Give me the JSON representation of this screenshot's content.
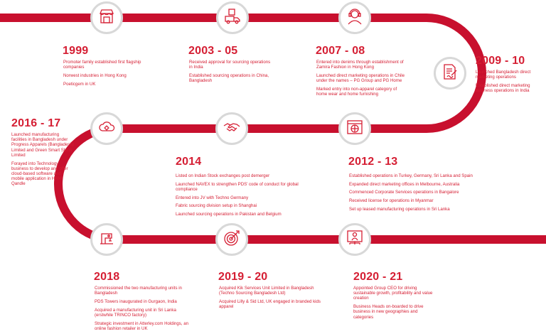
{
  "accent_color": "#d51e33",
  "milestones": [
    {
      "year": "1999",
      "icon": "storefront-icon",
      "items": [
        "Promoter family established first flagship companies",
        "Norwest industries in Hong Kong",
        "Poeticgem in UK"
      ]
    },
    {
      "year": "2003 - 05",
      "icon": "delivery-truck-icon",
      "items": [
        "Received approval for sourcing operations in India",
        "Established sourcing operations in China, Bangladesh"
      ]
    },
    {
      "year": "2007 - 08",
      "icon": "user-headset-icon",
      "items": [
        "Entered into denims through establishment of Zamira Fashion in Hong Kong",
        "Launched direct marketing operations in Chile under the names – PG Group and PG Home",
        "Marked entry into non-apparel category of home wear and home furnishing"
      ]
    },
    {
      "year": "2009 - 10",
      "icon": "document-sign-icon",
      "items": [
        "Launched Bangladesh direct marketing operations",
        "Established direct marketing business operations in India"
      ]
    },
    {
      "year": "2012 - 13",
      "icon": "globe-browser-icon",
      "items": [
        "Established operations in Turkey, Germany, Sri Lanka and Spain",
        "Expanded direct marketing offices in Melbourne, Australia",
        "Commenced Corporate Services operations in Bangalore",
        "Received license for operations in Myanmar",
        "Set up leased manufacturing operations in Sri Lanka"
      ]
    },
    {
      "year": "2014",
      "icon": "handshake-icon",
      "items": [
        "Listed on Indian Stock exchanges post demerger",
        "Launched NAVEX to strengthen PDS’ code of conduct for global compliance",
        "Entered into JV with Techno Germany",
        "Fabric sourcing division setup in Shanghai",
        "Launched sourcing operations in Pakistan and Belgium"
      ]
    },
    {
      "year": "2016 - 17",
      "icon": "cloud-gear-icon",
      "items": [
        "Launched manufacturing facilities in Bangladesh under Progress Apparels (Bangladesh) Limited and Green Smart Shirts Limited",
        "Forayed into Technology business to develop and offer cloud-based software and mobile application in HRM-Qandle"
      ]
    },
    {
      "year": "2018",
      "icon": "sewing-machine-icon",
      "items": [
        "Commissioned the two manufacturing units in Bangladesh",
        "PDS Towers inaugurated in Gurgaon, India",
        "Acquired a manufacturing unit in Sri Lanka (erstwhile TRINCO factory)",
        "Strategic investment in Atterley.com Holdings, an online fashion retailer in UK"
      ]
    },
    {
      "year": "2019 - 20",
      "icon": "target-arrow-icon",
      "items": [
        "Acquired Kik Services Unit Limited in Bangladesh (Techno Sourcing Bangladesh Ltd)",
        "Acquired Lilly & Sid Ltd, UK engaged in branded kids apparel"
      ]
    },
    {
      "year": "2020 - 21",
      "icon": "org-chart-icon",
      "items": [
        "Appointed Group CEO for driving sustainable growth, profitability and value creation",
        "Business Heads on-boarded to drive business in new geographies and categories"
      ]
    }
  ]
}
